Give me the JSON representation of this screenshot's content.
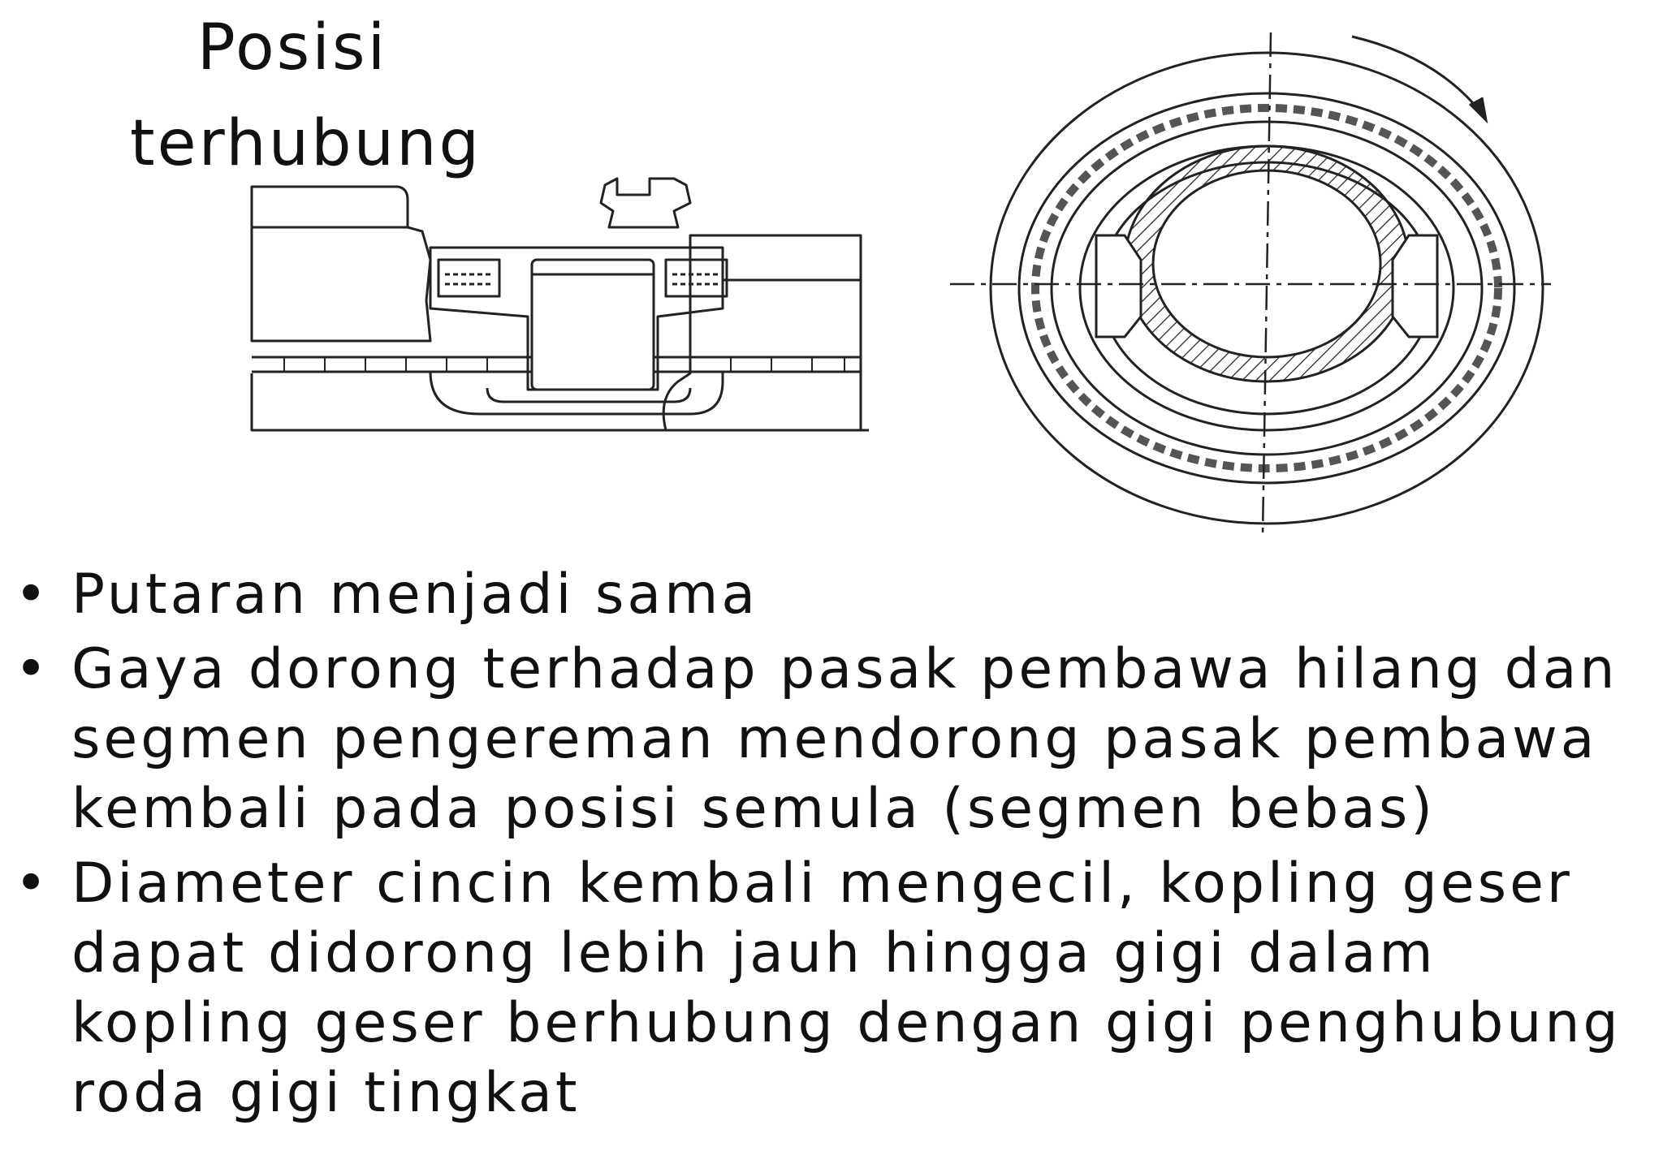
{
  "slide": {
    "title_line1": "Posisi",
    "title_line2": "terhubung"
  },
  "figures": {
    "side_view_icon": "synchronizer-cross-section-drawing",
    "front_view_icon": "synchronizer-ring-front-view-drawing"
  },
  "bullets": [
    {
      "marker": "•",
      "text": "Putaran menjadi sama"
    },
    {
      "marker": "•",
      "text": "Gaya dorong terhadap pasak pembawa hilang dan segmen pengereman mendorong pasak pembawa kembali pada posisi semula (segmen bebas)"
    },
    {
      "marker": "•",
      "text": "Diameter cincin kembali mengecil, kopling geser dapat didorong lebih jauh hingga gigi dalam kopling geser berhubung dengan gigi penghubung roda gigi tingkat"
    }
  ],
  "colors": {
    "ink": "#111111",
    "background": "#ffffff"
  }
}
